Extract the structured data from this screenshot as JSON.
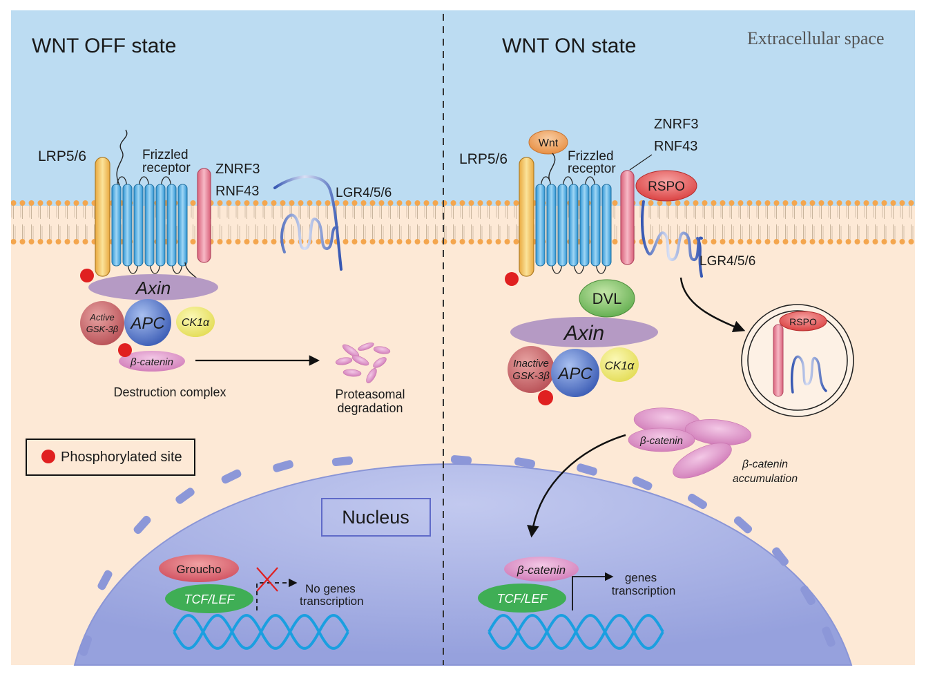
{
  "panels": {
    "off_title": "WNT OFF state",
    "on_title": "WNT ON state",
    "extracellular": "Extracellular space"
  },
  "off": {
    "lrp": "LRP5/6",
    "frizzled_1": "Frizzled",
    "frizzled_2": "receptor",
    "znrf3": "ZNRF3",
    "rnf43": "RNF43",
    "lgr": "LGR4/5/6",
    "axin": "Axin",
    "gsk_1": "Active",
    "gsk_2": "GSK-3β",
    "apc": "APC",
    "ck1": "CK1α",
    "bcatenin": "β-catenin",
    "destruction": "Destruction complex",
    "proteasomal_1": "Proteasomal",
    "proteasomal_2": "degradation",
    "legend": "Phosphorylated site",
    "nucleus": "Nucleus",
    "groucho": "Groucho",
    "tcf": "TCF/LEF",
    "no_genes_1": "No genes",
    "no_genes_2": "transcription"
  },
  "on": {
    "wnt": "Wnt",
    "lrp": "LRP5/6",
    "frizzled_1": "Frizzled",
    "frizzled_2": "receptor",
    "znrf3": "ZNRF3",
    "rnf43": "RNF43",
    "rspo": "RSPO",
    "lgr": "LGR4/5/6",
    "dvl": "DVL",
    "axin": "Axin",
    "gsk_1": "Inactive",
    "gsk_2": "GSK-3β",
    "apc": "APC",
    "ck1": "CK1α",
    "vesicle_rspo": "RSPO",
    "bcatenin": "β-catenin",
    "accum_1": "β-catenin",
    "accum_2": "accumulation",
    "bcatenin_nuc": "β-catenin",
    "tcf": "TCF/LEF",
    "genes_1": "genes",
    "genes_2": "transcription"
  },
  "colors": {
    "extracellular": "#bcdcf2",
    "cytoplasm": "#fde9d6",
    "nucleus": "#a7b1e6",
    "receptor": "#5bb4e5",
    "lrp": "#f5c86a",
    "znrf3": "#e8839a",
    "axin": "#b59ac4",
    "apc": "#4f72c4",
    "gsk": "#c96567",
    "ck1": "#f2ee7a",
    "bcatenin": "#d98cc4",
    "tcf": "#3fae55",
    "groucho": "#d85b6a",
    "rspo": "#e24646",
    "dvl": "#74bc5e",
    "wnt": "#ec9a4e",
    "phospho": "#e02020",
    "dna": "#1a9fe0"
  }
}
